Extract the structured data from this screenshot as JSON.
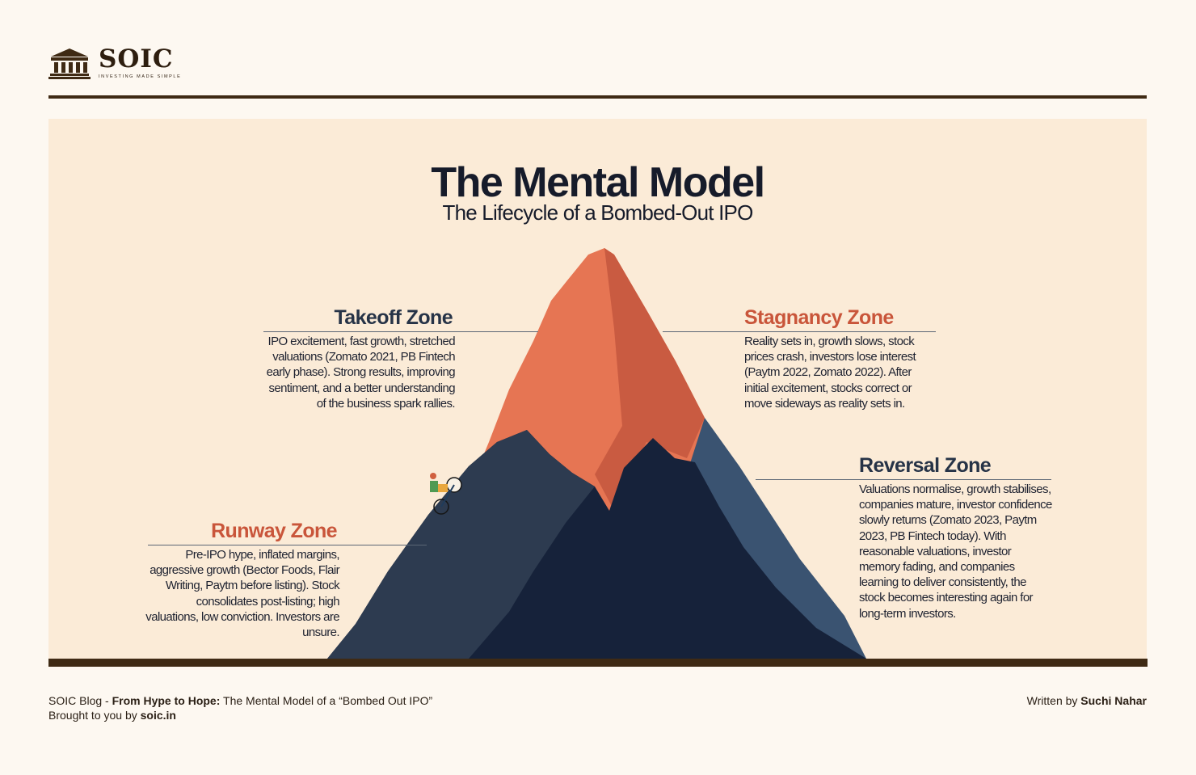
{
  "brand": {
    "name": "SOIC",
    "tagline": "INVESTING MADE SIMPLE"
  },
  "diagram": {
    "title": "The Mental Model",
    "subtitle": "The Lifecycle of a Bombed-Out IPO",
    "colors": {
      "peak_light": "#e67553",
      "peak_shadow": "#c95b41",
      "mountain_dark": "#16223a",
      "mountain_mid": "#2d3b50",
      "mountain_side": "#3a5371",
      "background": "#fbebd7"
    },
    "zones": [
      {
        "title": "Takeoff Zone",
        "color": "#263347",
        "text": "IPO excitement, fast growth, stretched valuations (Zomato 2021, PB Fintech early phase). Strong results, improving sentiment, and a better understanding of the business spark rallies."
      },
      {
        "title": "Stagnancy Zone",
        "color": "#c9553a",
        "text": "Reality sets in, growth slows, stock prices crash, investors lose interest (Paytm 2022, Zomato 2022). After initial excitement, stocks correct or move sideways as reality sets in."
      },
      {
        "title": "Reversal Zone",
        "color": "#263347",
        "text": "Valuations normalise, growth stabilises, companies mature, investor confidence slowly returns (Zomato 2023, Paytm 2023, PB Fintech today). With reasonable valuations, investor memory fading, and companies learning to deliver consistently, the stock becomes interesting again for long-term investors."
      },
      {
        "title": "Runway Zone",
        "color": "#c9553a",
        "text": "Pre-IPO hype, inflated margins, aggressive growth (Bector Foods, Flair Writing, Paytm before listing). Stock consolidates post-listing; high valuations, low conviction. Investors are unsure."
      }
    ]
  },
  "footer": {
    "blog_prefix": "SOIC Blog - ",
    "blog_title": "From Hype to Hope:",
    "blog_rest": " The Mental Model of a “Bombed Out IPO”",
    "credit_prefix": "Brought to you by ",
    "credit_site": "soic.in",
    "author_prefix": "Written by ",
    "author_name": "Suchi Nahar"
  }
}
